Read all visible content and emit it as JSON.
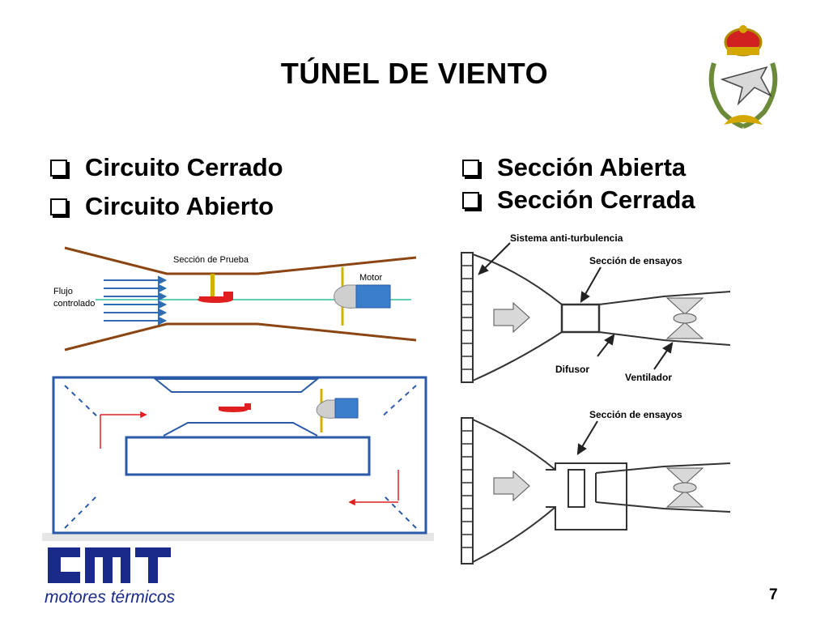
{
  "slide": {
    "title": "TÚNEL DE VIENTO",
    "left_bullets": [
      "Circuito Cerrado",
      "Circuito Abierto"
    ],
    "right_bullets": [
      "Sección Abierta",
      "Sección Cerrada"
    ],
    "page_number": "7"
  },
  "fig_open_circuit": {
    "test_section_label": "Sección de Prueba",
    "flow_label_1": "Flujo",
    "flow_label_2": "controlado",
    "motor_label": "Motor"
  },
  "fig_sections": {
    "anti_turbulence_label": "Sistema anti-turbulencia",
    "test_label_top": "Sección de ensayos",
    "diffuser_label": "Difusor",
    "fan_label": "Ventilador",
    "test_label_bottom": "Sección de ensayos"
  },
  "footer": {
    "logo_text": "motores térmicos"
  },
  "colors": {
    "duct_brown": "#8B4513",
    "flow_blue": "#2e6db4",
    "model_red": "#e02020",
    "motor_blue": "#3a7ecb",
    "frame_blue": "#2a5aa8",
    "logo_blue": "#1a2a8a"
  }
}
